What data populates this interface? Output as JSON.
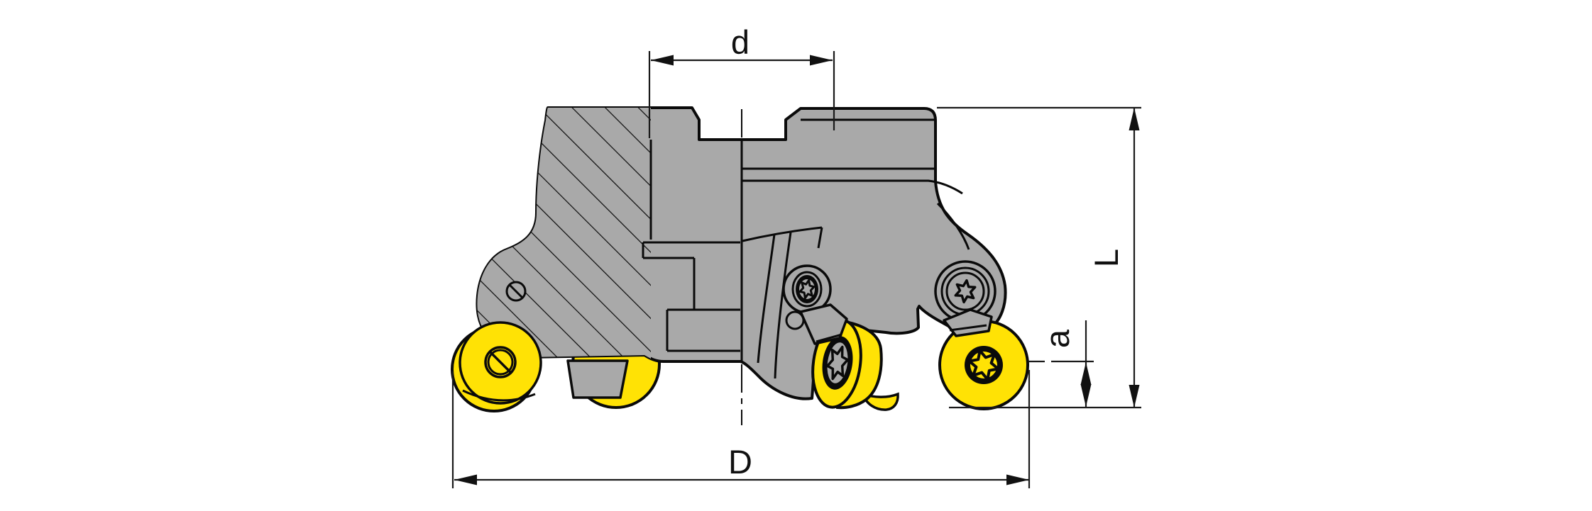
{
  "drawing": {
    "kind": "technical-dimension-drawing",
    "subject": "face milling cutter with round inserts, half section / half elevation",
    "colors": {
      "body_gray": "#A9A9A9",
      "insert_yellow": "#FFE205",
      "outline_black": "#0A0A0A",
      "background": "#FFFFFF"
    },
    "dimensions": {
      "bore_diameter": {
        "label": "d",
        "position": "top"
      },
      "cutting_diameter": {
        "label": "D",
        "position": "bottom"
      },
      "height": {
        "label": "L",
        "position": "right",
        "rotated": true
      },
      "insert_protrusion": {
        "label": "a",
        "position": "right",
        "rotated": true
      }
    },
    "icons": [
      "torx-star-icon",
      "slotted-screw-icon",
      "centerline",
      "hatching-section"
    ]
  }
}
